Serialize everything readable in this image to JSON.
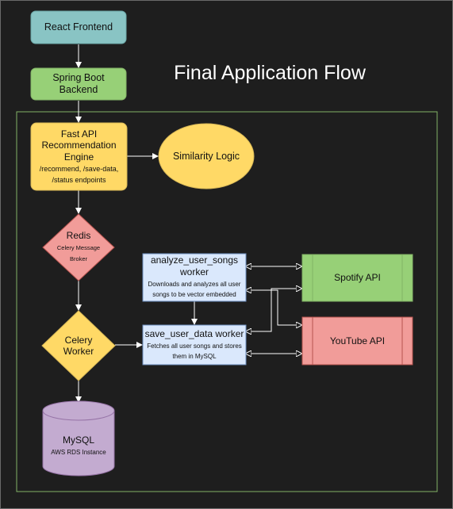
{
  "title": "Final Application Flow",
  "nodes": {
    "react_frontend": {
      "label": "React Frontend"
    },
    "spring_boot": {
      "label": "Spring Boot Backend"
    },
    "fastapi": {
      "title": "Fast API Recommendation Engine",
      "subtitle": "/recommend, /save-data, /status endpoints"
    },
    "similarity": {
      "label": "Similarity Logic"
    },
    "redis": {
      "title": "Redis",
      "subtitle": "Celery Message Broker"
    },
    "celery": {
      "label": "Celery Worker"
    },
    "analyze_worker": {
      "title": "analyze_user_songs worker",
      "subtitle": "Downloads and analyzes all user songs to be vector embedded"
    },
    "save_worker": {
      "title": "save_user_data worker",
      "subtitle": "Fetches all user songs and stores them in MySQL"
    },
    "spotify": {
      "label": "Spotify API"
    },
    "youtube": {
      "label": "YouTube API"
    },
    "mysql": {
      "title": "MySQL",
      "subtitle": "AWS RDS Instance"
    }
  },
  "colors": {
    "background": "#1e1e1e",
    "edge": "#ffffff",
    "group_border": "#82b366",
    "react_fill": "#89c4c4",
    "green_fill": "#97d077",
    "yellow_fill": "#ffd966",
    "red_fill": "#f19c99",
    "blue_fill": "#dae8fc",
    "purple_fill": "#c3abd0"
  }
}
